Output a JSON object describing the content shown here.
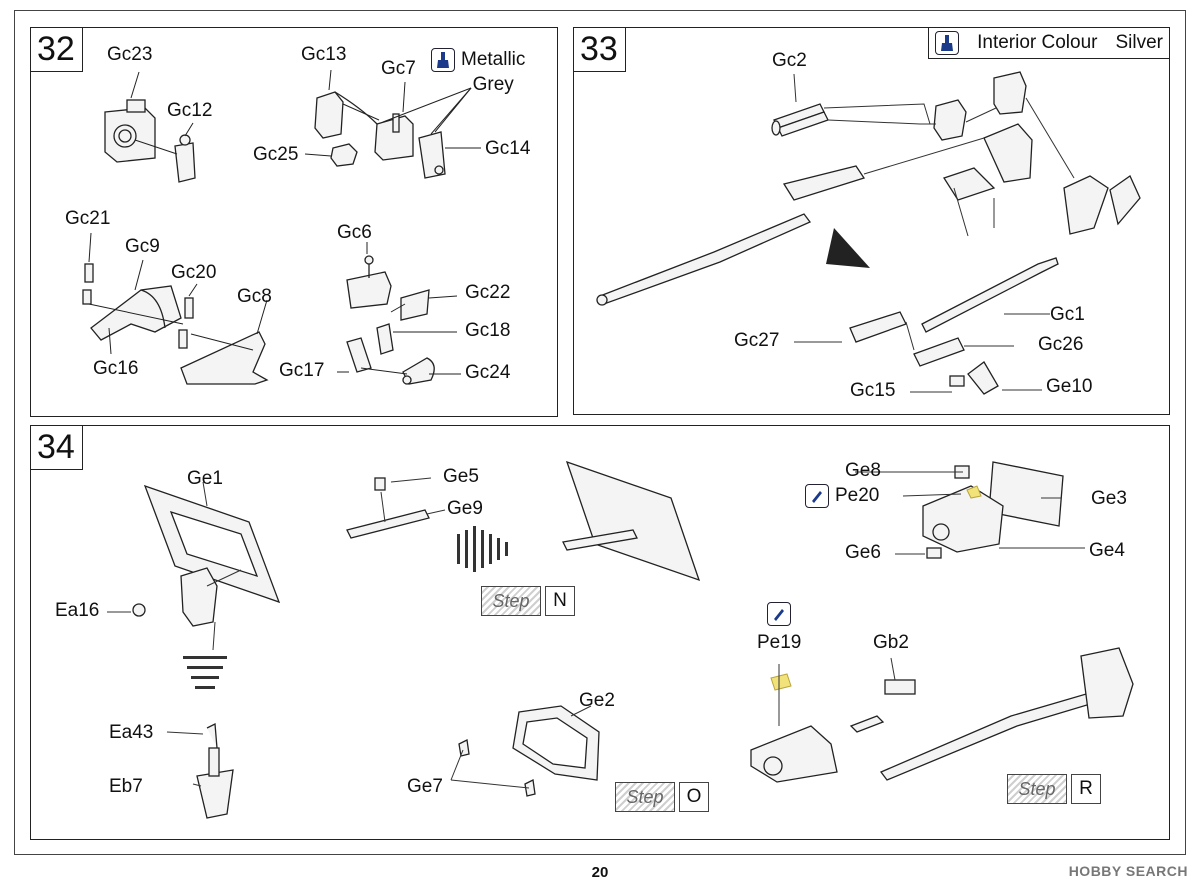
{
  "page_number": "20",
  "watermark": "HOBBY SEARCH",
  "step32": {
    "number": "32",
    "paint_label_line1": "Metallic",
    "paint_label_line2": "Grey",
    "labels": {
      "gc23": "Gc23",
      "gc12": "Gc12",
      "gc13": "Gc13",
      "gc7": "Gc7",
      "gc25": "Gc25",
      "gc14": "Gc14",
      "gc21": "Gc21",
      "gc9": "Gc9",
      "gc20": "Gc20",
      "gc8": "Gc8",
      "gc16": "Gc16",
      "gc6": "Gc6",
      "gc22": "Gc22",
      "gc18": "Gc18",
      "gc17": "Gc17",
      "gc24": "Gc24"
    }
  },
  "step33": {
    "number": "33",
    "paint_label": "Interior Colour",
    "paint_value": "Silver",
    "labels": {
      "gc2": "Gc2",
      "gc1": "Gc1",
      "gc27": "Gc27",
      "gc26": "Gc26",
      "gc15": "Gc15",
      "ge10": "Ge10"
    }
  },
  "step34": {
    "number": "34",
    "labels": {
      "ge1": "Ge1",
      "ea16": "Ea16",
      "ea43": "Ea43",
      "eb7": "Eb7",
      "ge5": "Ge5",
      "ge9": "Ge9",
      "ge2": "Ge2",
      "ge7": "Ge7",
      "ge8": "Ge8",
      "pe20": "Pe20",
      "ge3": "Ge3",
      "ge6": "Ge6",
      "ge4": "Ge4",
      "pe19": "Pe19",
      "gb2": "Gb2"
    },
    "step_tag": "Step",
    "step_refs": [
      "N",
      "O",
      "R"
    ]
  },
  "colors": {
    "line": "#222222",
    "paint_icon": "#1c3a8a",
    "decal": "#f2e27a"
  },
  "icons": [
    "paintbrush-icon",
    "decal-pen-icon"
  ]
}
